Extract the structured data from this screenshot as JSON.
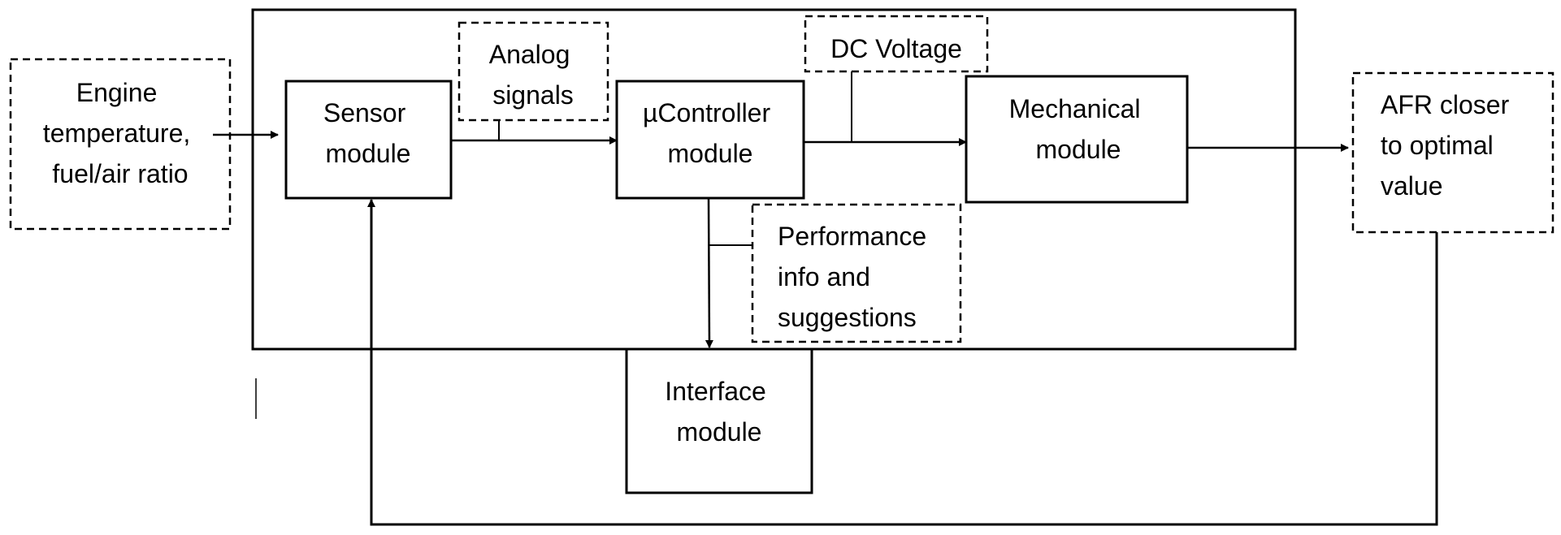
{
  "nodes": {
    "input": {
      "lines": [
        "Engine",
        "temperature,",
        "fuel/air ratio"
      ],
      "style": "dashed"
    },
    "sensor": {
      "lines": [
        "Sensor",
        "module"
      ],
      "style": "solid"
    },
    "analog": {
      "lines": [
        "Analog",
        "signals"
      ],
      "style": "dashed"
    },
    "controller": {
      "lines": [
        "µController",
        "module"
      ],
      "style": "solid"
    },
    "dc_voltage": {
      "lines": [
        "DC Voltage"
      ],
      "style": "dashed"
    },
    "mechanical": {
      "lines": [
        "Mechanical",
        "module"
      ],
      "style": "solid"
    },
    "output": {
      "lines": [
        "AFR closer",
        "to optimal",
        "value"
      ],
      "style": "dashed"
    },
    "performance": {
      "lines": [
        "Performance",
        "info and",
        "suggestions"
      ],
      "style": "dashed"
    },
    "interface": {
      "lines": [
        "Interface",
        "module"
      ],
      "style": "solid"
    }
  },
  "edges": [
    {
      "from": "input",
      "to": "sensor"
    },
    {
      "from": "sensor",
      "to": "controller",
      "label": "analog"
    },
    {
      "from": "controller",
      "to": "mechanical",
      "label": "dc_voltage"
    },
    {
      "from": "mechanical",
      "to": "output"
    },
    {
      "from": "controller",
      "to": "interface",
      "label": "performance"
    },
    {
      "from": "output",
      "to": "sensor",
      "kind": "feedback"
    }
  ]
}
